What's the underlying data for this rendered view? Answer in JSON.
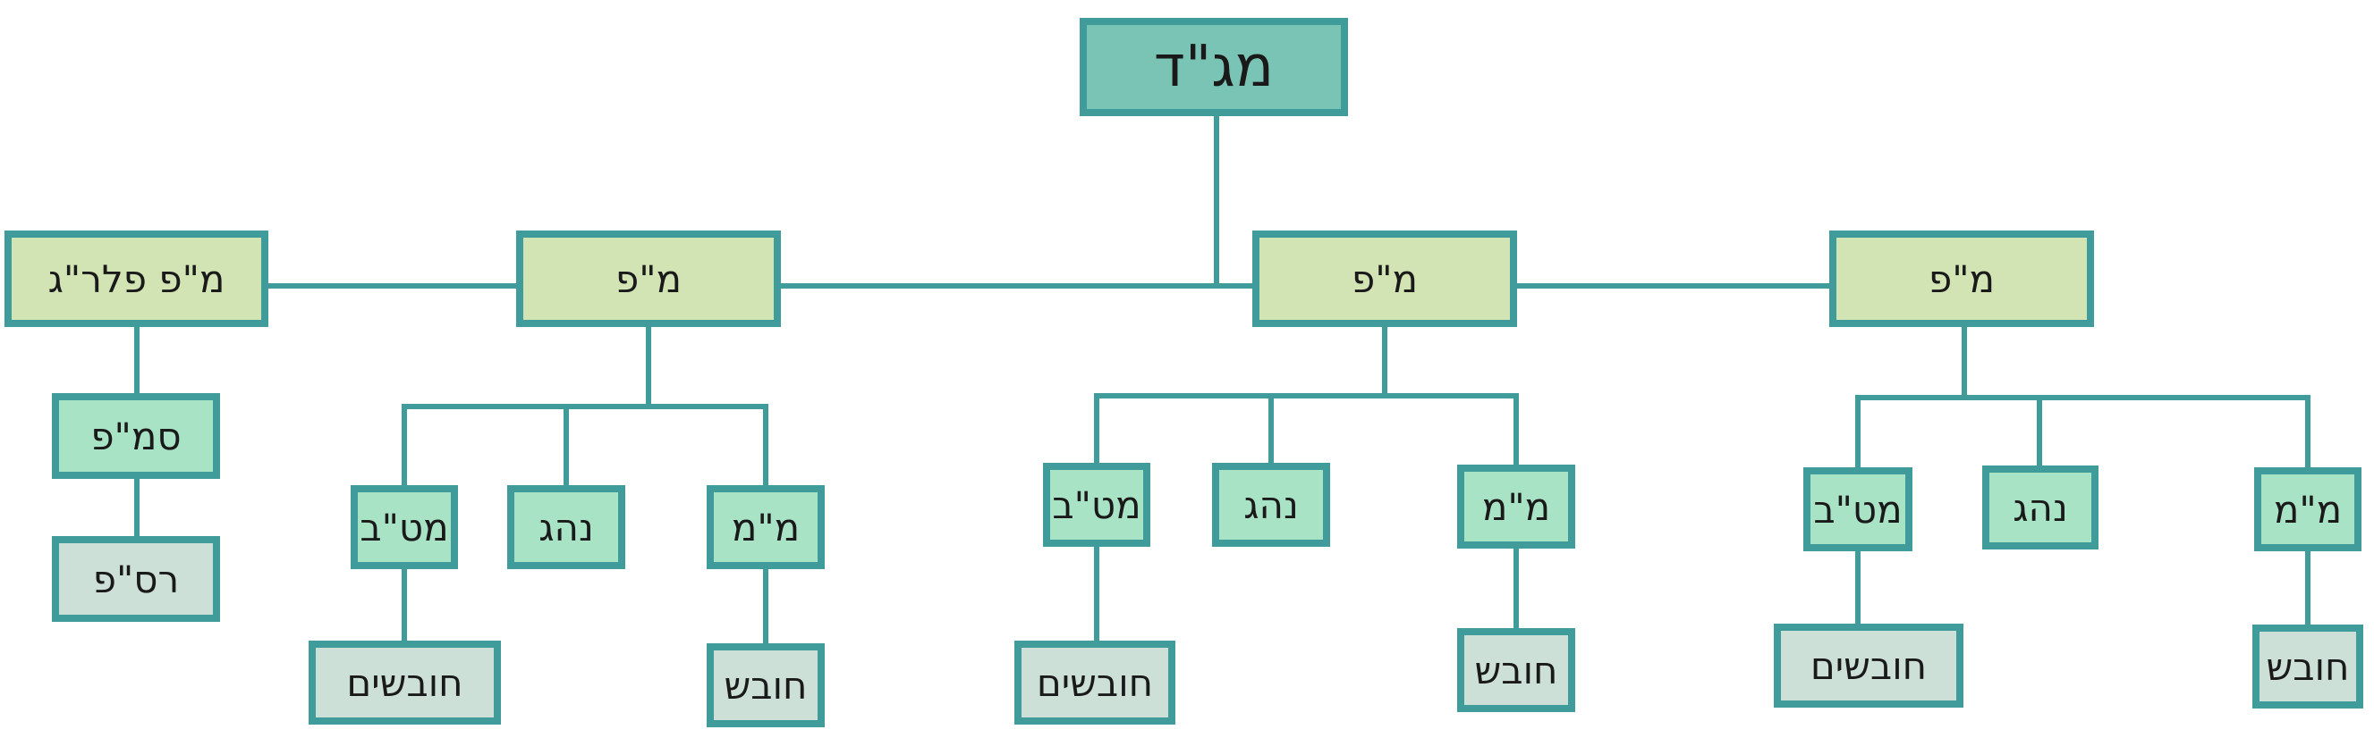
{
  "colors": {
    "border": "#3f9c9a",
    "root_fill": "#7ac4b6",
    "level1_fill": "#d2e3b4",
    "level2_fill": "#a9e3c6",
    "level3_fill": "#cde0d8"
  },
  "root": {
    "label": "מג\"ד"
  },
  "branches": [
    {
      "label": "מ\"פ פלר\"ג",
      "children": [
        {
          "label": "סמ\"פ"
        },
        {
          "label": "רס\"פ"
        }
      ]
    },
    {
      "label": "מ\"פ",
      "children": [
        {
          "label": "מט\"ב",
          "child": "חובשים"
        },
        {
          "label": "נהג"
        },
        {
          "label": "מ\"מ",
          "child": "חובש"
        }
      ]
    },
    {
      "label": "מ\"פ",
      "children": [
        {
          "label": "מט\"ב",
          "child": "חובשים"
        },
        {
          "label": "נהג"
        },
        {
          "label": "מ\"מ",
          "child": "חובש"
        }
      ]
    },
    {
      "label": "מ\"פ",
      "children": [
        {
          "label": "מט\"ב",
          "child": "חובשים"
        },
        {
          "label": "נהג"
        },
        {
          "label": "מ\"מ",
          "child": "חובש"
        }
      ]
    }
  ]
}
